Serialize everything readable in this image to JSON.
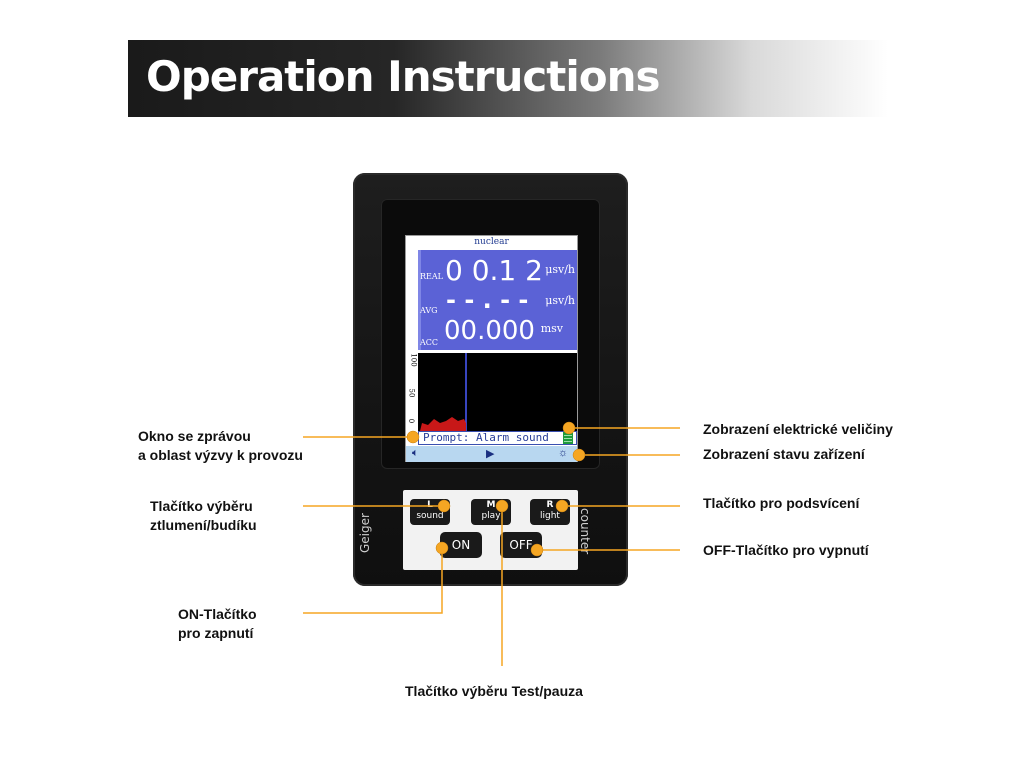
{
  "banner": {
    "title": "Operation Instructions"
  },
  "device": {
    "side_left": "Geiger",
    "side_right": "counter",
    "screen": {
      "title": "nuclear",
      "rows": [
        {
          "label": "REAL",
          "value": "0 0.1 2",
          "unit": "μsv/h"
        },
        {
          "label": "AVG",
          "value": "- - . - -",
          "unit": "μsv/h"
        },
        {
          "label": "ACC",
          "value": "00.000",
          "unit": "msv"
        }
      ],
      "graph_ticks": [
        "100",
        "50",
        "0"
      ],
      "prompt": "Prompt: Alarm sound"
    },
    "keys": {
      "l_top": "L",
      "l_bottom": "sound",
      "m_top": "M",
      "m_bottom": "play",
      "r_top": "R",
      "r_bottom": "light",
      "on": "ON",
      "off": "OFF"
    }
  },
  "callouts": {
    "message_window_line1": "Okno se zprávou",
    "message_window_line2": "a oblast výzvy k provozu",
    "mute_alarm_line1": "Tlačítko výběru",
    "mute_alarm_line2": "ztlumení/budíku",
    "on_button_line1": "ON-Tlačítko",
    "on_button_line2": "pro zapnutí",
    "electric_display": "Zobrazení elektrické veličiny",
    "device_status": "Zobrazení stavu zařízení",
    "backlight_button": "Tlačítko pro podsvícení",
    "off_button": "OFF-Tlačítko pro vypnutí",
    "test_pause_button": "Tlačítko výběru Test/pauza"
  },
  "colors": {
    "accent": "#f5a623",
    "screen_blue": "#5b62d6"
  }
}
